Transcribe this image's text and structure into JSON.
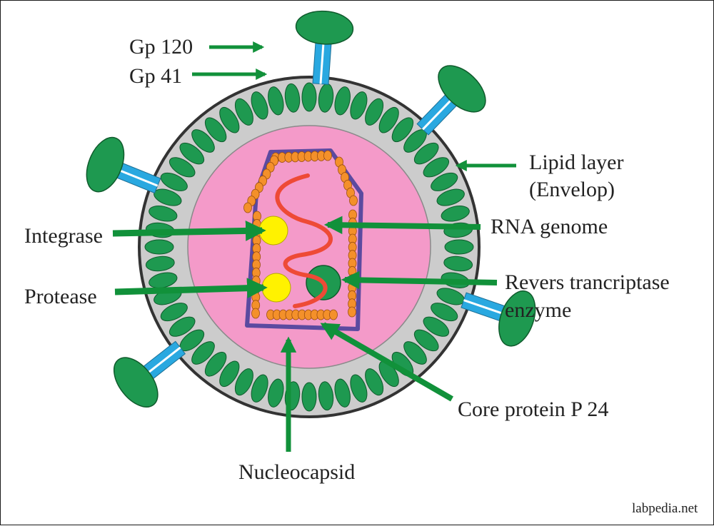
{
  "labels": {
    "gp120": "Gp 120",
    "gp41": "Gp 41",
    "lipid_1": "Lipid layer",
    "lipid_2": "(Envelop)",
    "integrase": "Integrase",
    "rna": "RNA genome",
    "protease": "Protease",
    "rt_1": "Revers trancriptase",
    "rt_2": "enzyme",
    "core": "Core protein P 24",
    "nucleocapsid": "Nucleocapsid"
  },
  "credit": "labpedia.net",
  "colors": {
    "envelope_gray": "#cccccc",
    "matrix_pink": "#f49ac9",
    "lobe_green": "#1e9950",
    "arrow_green": "#11913a",
    "stalk_blue": "#29a8e0",
    "core_outline": "#5b4aa0",
    "core_bead": "#f4902a",
    "rna_red": "#ee4a36",
    "enzyme_yellow": "#fff200"
  }
}
